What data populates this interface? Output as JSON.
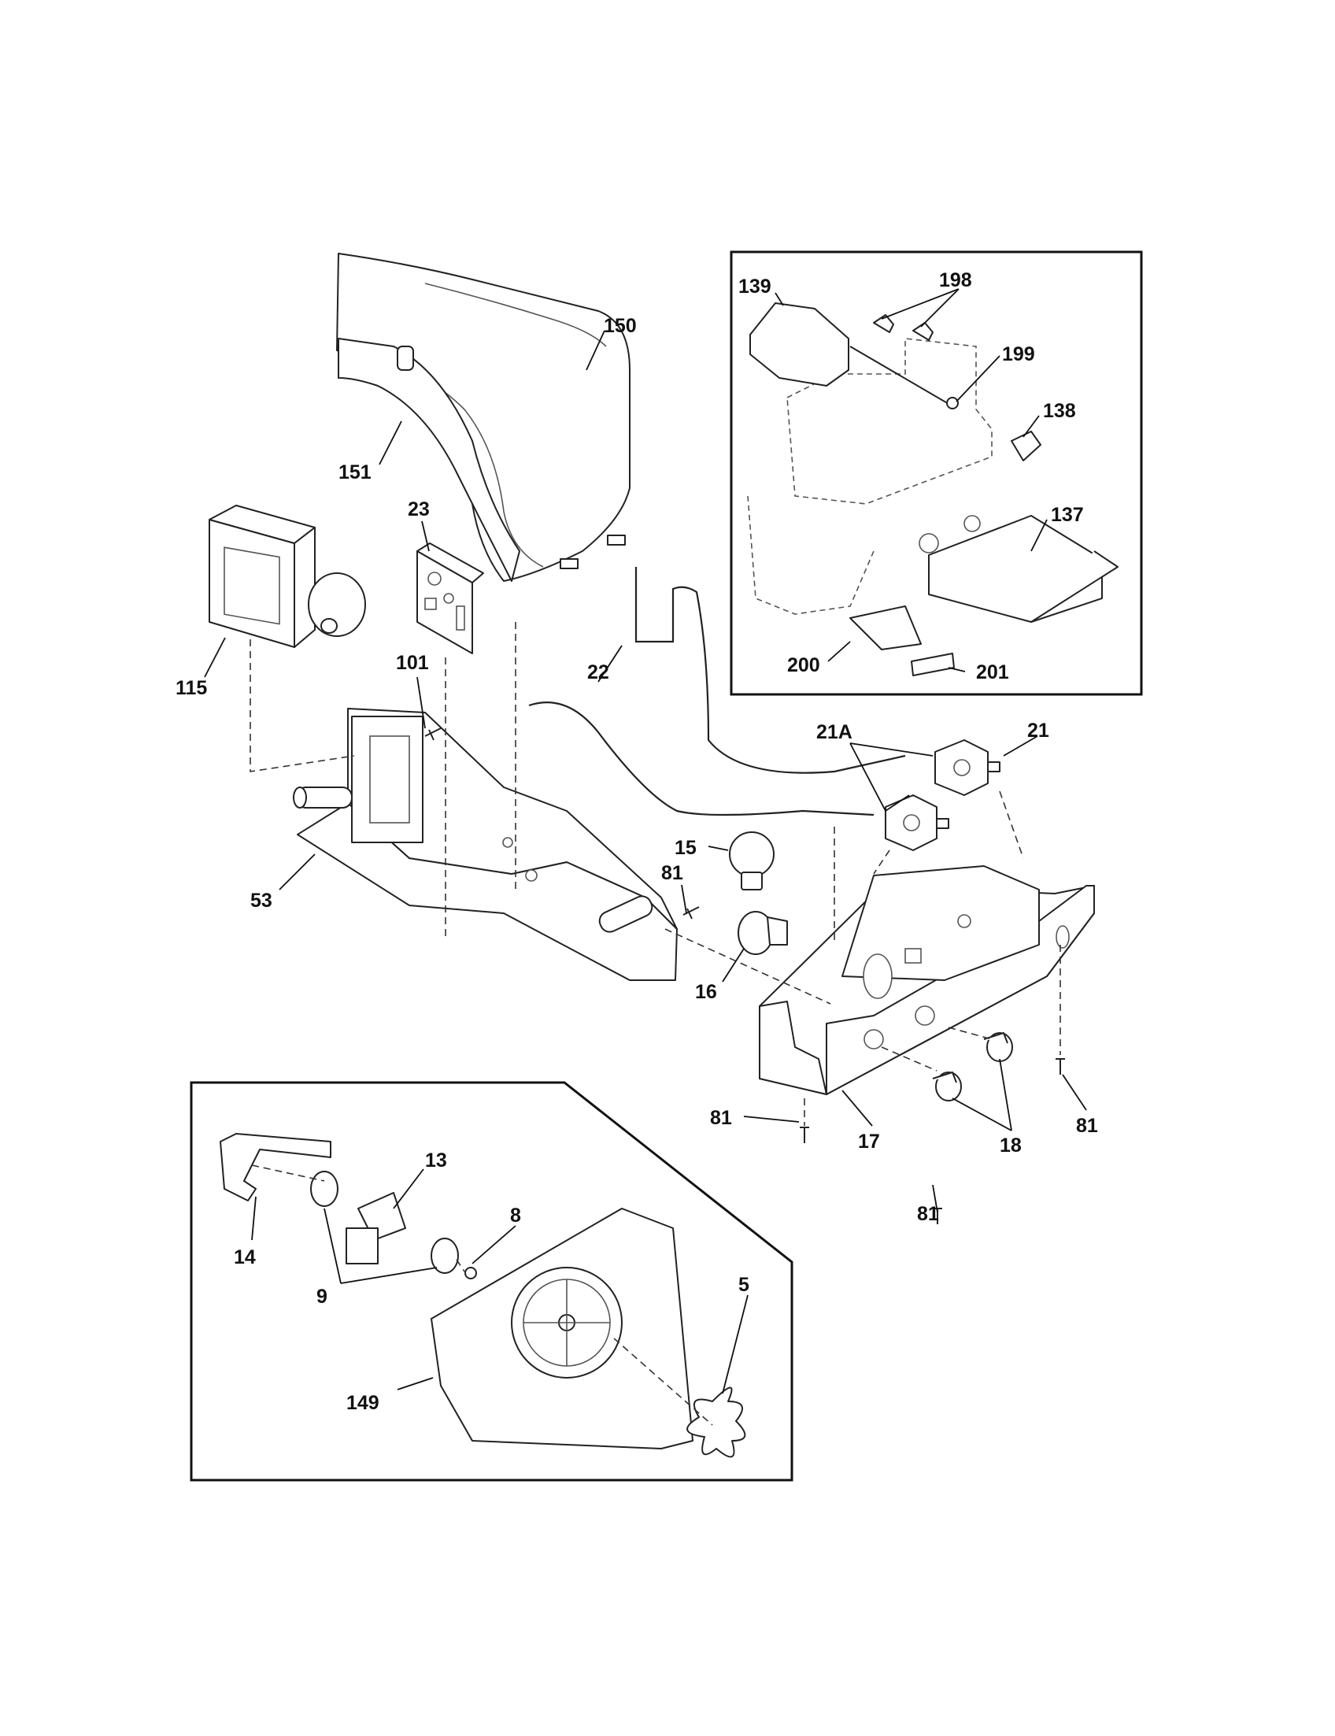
{
  "diagram": {
    "callouts": [
      {
        "id": "c150",
        "label": "150"
      },
      {
        "id": "c151",
        "label": "151"
      },
      {
        "id": "c23",
        "label": "23"
      },
      {
        "id": "c115",
        "label": "115"
      },
      {
        "id": "c101",
        "label": "101"
      },
      {
        "id": "c22",
        "label": "22"
      },
      {
        "id": "c53",
        "label": "53"
      },
      {
        "id": "c81a",
        "label": "81"
      },
      {
        "id": "c15",
        "label": "15"
      },
      {
        "id": "c16",
        "label": "16"
      },
      {
        "id": "c21A",
        "label": "21A"
      },
      {
        "id": "c21",
        "label": "21"
      },
      {
        "id": "c17",
        "label": "17"
      },
      {
        "id": "c18",
        "label": "18"
      },
      {
        "id": "c81b",
        "label": "81"
      },
      {
        "id": "c81c",
        "label": "81"
      },
      {
        "id": "c81d",
        "label": "81"
      },
      {
        "id": "c139",
        "label": "139"
      },
      {
        "id": "c198",
        "label": "198"
      },
      {
        "id": "c199",
        "label": "199"
      },
      {
        "id": "c138",
        "label": "138"
      },
      {
        "id": "c137",
        "label": "137"
      },
      {
        "id": "c200",
        "label": "200"
      },
      {
        "id": "c201",
        "label": "201"
      },
      {
        "id": "c13",
        "label": "13"
      },
      {
        "id": "c14",
        "label": "14"
      },
      {
        "id": "c8",
        "label": "8"
      },
      {
        "id": "c9",
        "label": "9"
      },
      {
        "id": "c5",
        "label": "5"
      },
      {
        "id": "c149",
        "label": "149"
      }
    ]
  }
}
